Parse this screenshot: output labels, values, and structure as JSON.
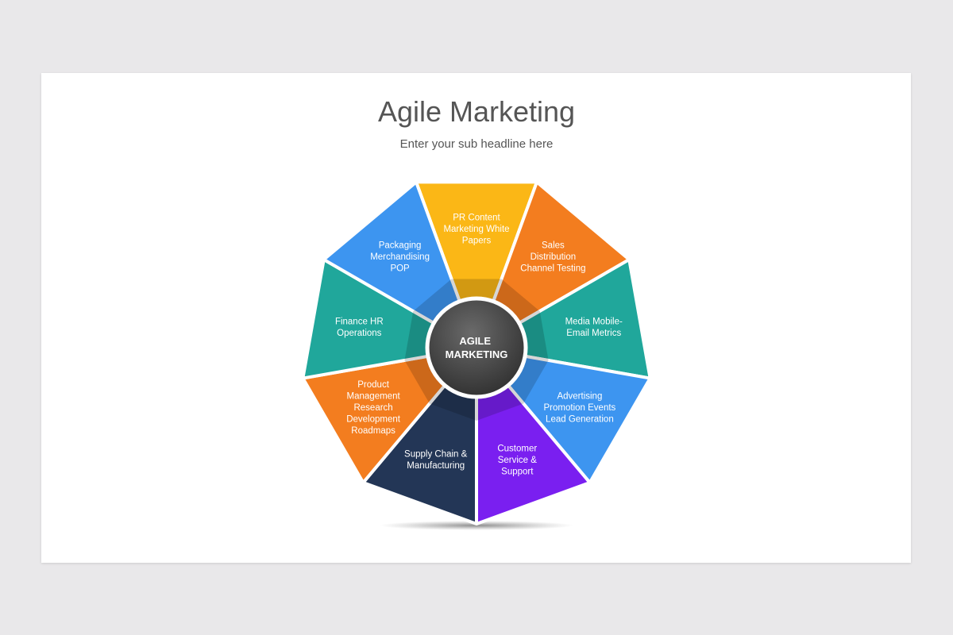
{
  "slide": {
    "title": "Agile Marketing",
    "subtitle": "Enter your sub headline here"
  },
  "diagram": {
    "center": {
      "lines": [
        "AGILE",
        "MARKETING"
      ]
    },
    "segments": [
      {
        "id": "pr-content",
        "color": "#fbb716",
        "lines": [
          "PR Content",
          "Marketing White",
          "Papers"
        ]
      },
      {
        "id": "sales",
        "color": "#f37d1f",
        "lines": [
          "Sales",
          "Distribution",
          "Channel Testing"
        ]
      },
      {
        "id": "media",
        "color": "#20a79b",
        "lines": [
          "Media Mobile-",
          "Email Metrics"
        ]
      },
      {
        "id": "advertising",
        "color": "#3d95f0",
        "lines": [
          "Advertising",
          "Promotion Events",
          "Lead Generation"
        ]
      },
      {
        "id": "customer-service",
        "color": "#7a1ff0",
        "lines": [
          "Customer",
          "Service &",
          "Support"
        ]
      },
      {
        "id": "supply-chain",
        "color": "#233656",
        "lines": [
          "Supply Chain &",
          "Manufacturing"
        ]
      },
      {
        "id": "product",
        "color": "#f37d1f",
        "lines": [
          "Product",
          "Management",
          "Research",
          "Development",
          "Roadmaps"
        ]
      },
      {
        "id": "finance",
        "color": "#20a79b",
        "lines": [
          "Finance HR",
          "Operations"
        ]
      },
      {
        "id": "packaging",
        "color": "#3d95f0",
        "lines": [
          "Packaging",
          "Merchandising",
          "POP"
        ]
      }
    ]
  }
}
